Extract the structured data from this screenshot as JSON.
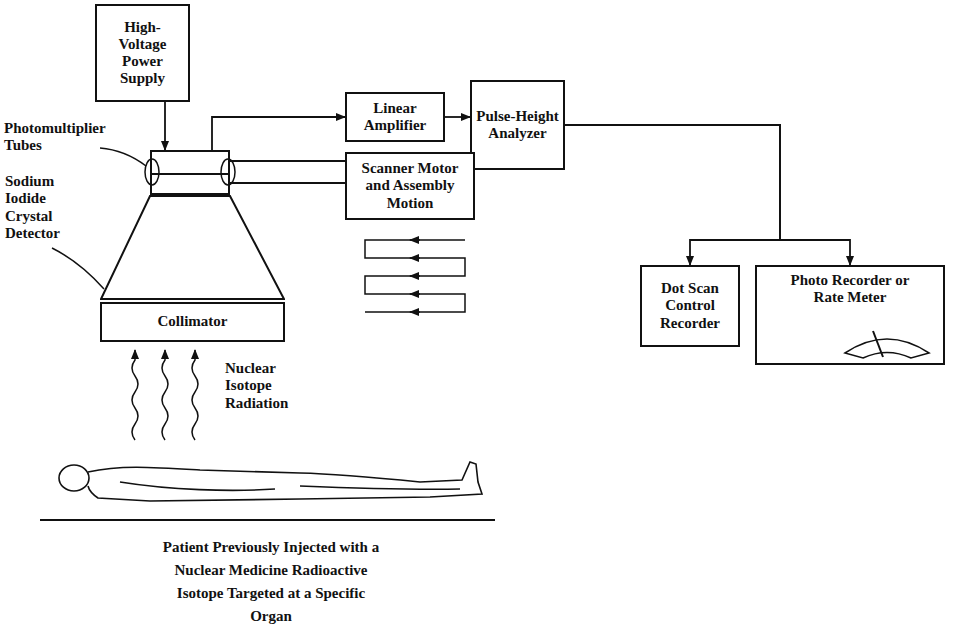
{
  "diagram": {
    "nodes": [
      {
        "text": [
          "High-Voltage Power Supply"
        ]
      },
      {
        "text": [
          "Photomultiplier Tubes"
        ]
      },
      {
        "text": [
          "Sodium Iodide Crystal Detector"
        ]
      },
      {
        "text": [
          "Collimator"
        ]
      },
      {
        "text": [
          "Linear Amplifier"
        ]
      },
      {
        "text": [
          "Pulse-Height Analyzer"
        ]
      },
      {
        "text": [
          "Scanner Motor and Assembly Motion"
        ]
      },
      {
        "text": [
          "Dot Scan Control Recorder"
        ]
      },
      {
        "text": [
          "Photo Recorder or Rate Meter"
        ]
      }
    ],
    "edges": [
      {
        "from": 0,
        "to": 1,
        "arrow": "to"
      },
      {
        "from": 1,
        "to": 4,
        "arrow": "to"
      },
      {
        "from": 4,
        "to": 5,
        "arrow": "to"
      },
      {
        "from": 1,
        "to": 6,
        "arrow": "none"
      },
      {
        "from": 5,
        "to": 7,
        "arrow": "to"
      },
      {
        "from": 5,
        "to": 8,
        "arrow": "to"
      }
    ],
    "labels": [
      "Nuclear Isotope Radiation",
      "Patient Previously Injected with a Nuclear Medicine Radioactive Isotope Targeted at a Specific Organ"
    ]
  }
}
